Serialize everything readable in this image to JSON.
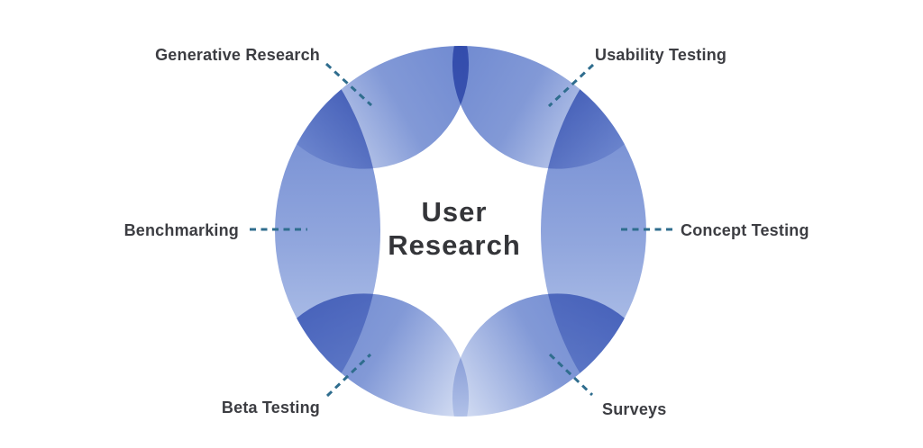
{
  "title": {
    "line1": "User",
    "line2": "Research"
  },
  "labels": [
    {
      "id": "generative-research",
      "text": "Generative Research"
    },
    {
      "id": "usability-testing",
      "text": "Usability Testing"
    },
    {
      "id": "benchmarking",
      "text": "Benchmarking"
    },
    {
      "id": "concept-testing",
      "text": "Concept Testing"
    },
    {
      "id": "beta-testing",
      "text": "Beta Testing"
    },
    {
      "id": "surveys",
      "text": "Surveys"
    }
  ],
  "colors": {
    "petal_dark": "#6a85cf",
    "petal_mid": "#7d95d5",
    "petal_light": "#d7e0f4",
    "side_mid": "#8da3dc",
    "side_light": "#b4c5ea",
    "leader_line": "#2f6d8e",
    "label_text": "#3c3d42",
    "title_text": "#343539"
  }
}
